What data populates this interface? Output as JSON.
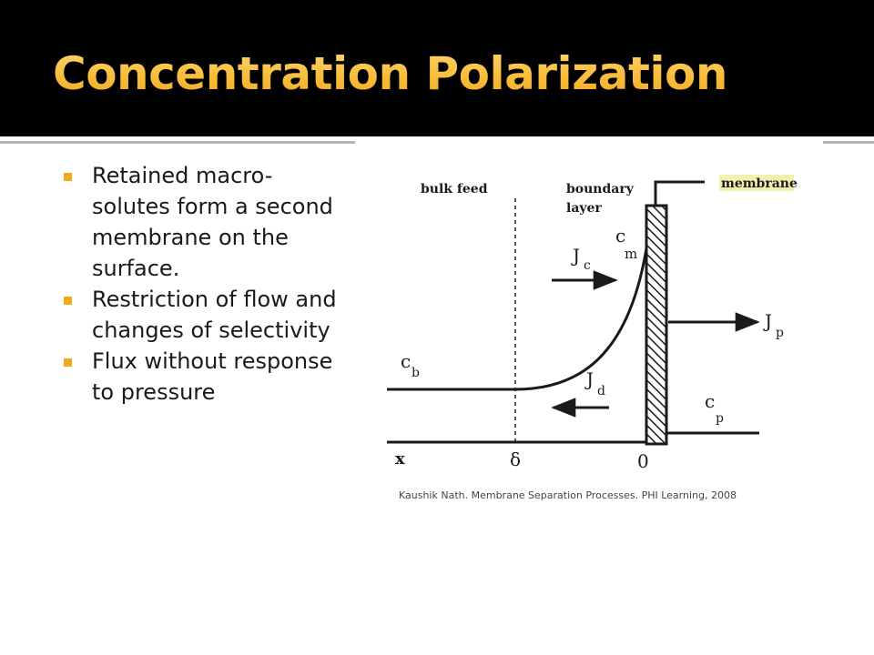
{
  "slide": {
    "title": "Concentration Polarization",
    "bullets": [
      "Retained macro-solutes form a second membrane on the surface.",
      "Restriction of flow and changes of selectivity",
      "Flux without response to pressure"
    ],
    "citation": "Kaushik Nath. Membrane Separation Processes. PHI Learning, 2008"
  },
  "diagram": {
    "labels": {
      "bulk_feed": "bulk feed",
      "boundary_layer_line1": "boundary",
      "boundary_layer_line2": "layer",
      "membrane": "membrane",
      "c_main": "c",
      "cm_sub": "m",
      "cb_sub": "b",
      "cp_sub": "p",
      "j_main": "J",
      "jc_sub": "c",
      "jd_sub": "d",
      "jp_sub": "p",
      "x_axis": "x",
      "delta": "δ",
      "zero": "0"
    },
    "colors": {
      "ink": "#1a1a1a",
      "membrane_highlight": "#f3efb0"
    }
  },
  "theme": {
    "accent": "#f2a91b",
    "title_bar": "#000000"
  }
}
